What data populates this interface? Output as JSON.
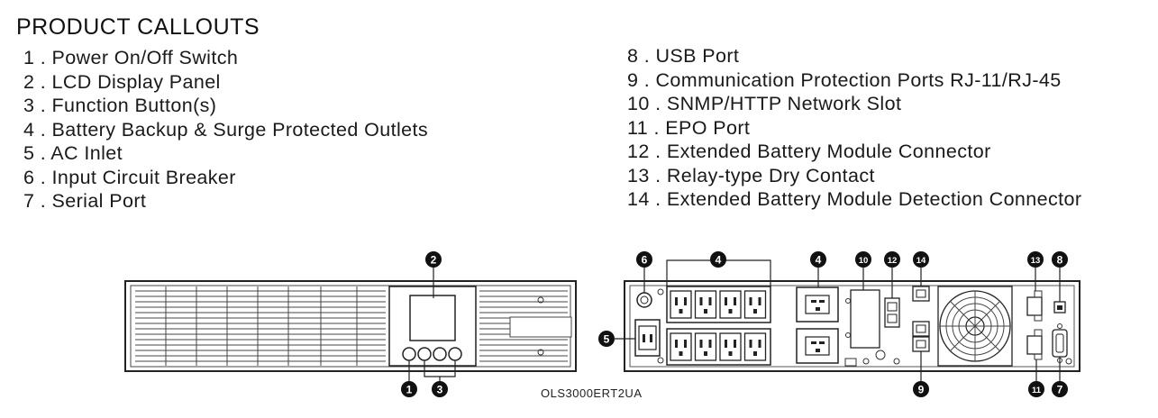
{
  "title": "PRODUCT CALLOUTS",
  "callouts_left": [
    {
      "num": "1 .",
      "label": "Power On/Off Switch"
    },
    {
      "num": "2 .",
      "label": "LCD Display Panel"
    },
    {
      "num": "3 .",
      "label": "Function Button(s)"
    },
    {
      "num": "4 .",
      "label": "Battery Backup & Surge Protected Outlets"
    },
    {
      "num": "5 .",
      "label": "AC Inlet"
    },
    {
      "num": "6 .",
      "label": "Input Circuit Breaker"
    },
    {
      "num": "7 .",
      "label": "Serial Port"
    }
  ],
  "callouts_right": [
    {
      "num": "8 .",
      "label": "USB Port"
    },
    {
      "num": "9 .",
      "label": "Communication Protection Ports RJ-11/RJ-45"
    },
    {
      "num": "10 .",
      "label": "SNMP/HTTP Network Slot"
    },
    {
      "num": "11 .",
      "label": "EPO Port"
    },
    {
      "num": "12 .",
      "label": "Extended Battery Module Connector"
    },
    {
      "num": "13 .",
      "label": "Relay-type Dry Contact"
    },
    {
      "num": "14 .",
      "label": "Extended Battery Module Detection Connector"
    }
  ],
  "markers": {
    "m1": "1",
    "m2": "2",
    "m3": "3",
    "m4a": "4",
    "m4b": "4",
    "m5": "5",
    "m6": "6",
    "m7": "7",
    "m8": "8",
    "m9": "9",
    "m10": "10",
    "m11": "11",
    "m12": "12",
    "m13": "13",
    "m14": "14"
  },
  "model": "OLS3000ERT2UA"
}
